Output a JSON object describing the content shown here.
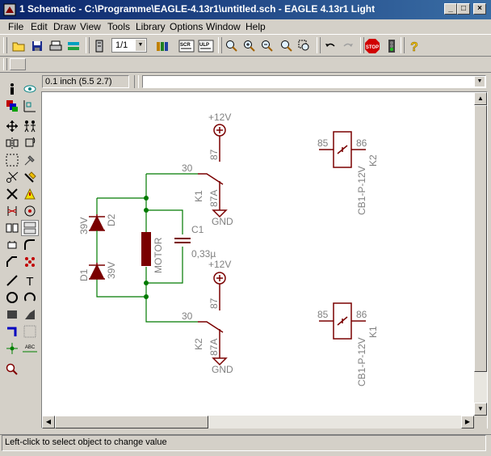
{
  "window": {
    "title": "1 Schematic - C:\\Programme\\EAGLE-4.13r1\\untitled.sch - EAGLE 4.13r1 Light",
    "minimize": "_",
    "maximize": "□",
    "close": "×"
  },
  "menu": {
    "items": [
      "File",
      "Edit",
      "Draw",
      "View",
      "Tools",
      "Library",
      "Options",
      "Window",
      "Help"
    ]
  },
  "toolbar": {
    "sheet_select": "1/1",
    "stop_label": "STOP",
    "scr_label": "SCR",
    "ulp_label": "ULP"
  },
  "coords": {
    "grid_readout": "0.1 inch (5.5 2.7)",
    "command_value": ""
  },
  "palette": {
    "text_tool": "T",
    "abc_label": "ABC"
  },
  "schematic": {
    "colors": {
      "wire": "#007a00",
      "symbol": "#7a0000",
      "label": "#808080",
      "junction": "#007a00"
    },
    "labels": {
      "vcc1": "+12V",
      "vcc2": "+12V",
      "pin87_k1": "87",
      "pin30_k1": "30",
      "pin87a_k1": "87A",
      "k1": "K1",
      "gnd1": "GND",
      "pin87_k2": "87",
      "pin30_k2": "30",
      "pin87a_k2": "87A",
      "k2": "K2",
      "gnd2": "GND",
      "d2_name": "D2",
      "d2_value": "39V",
      "d1_name": "D1",
      "d1_value": "39V",
      "motor": "MOTOR",
      "c1_name": "C1",
      "c1_value": "0,33µ",
      "coil_top_85": "85",
      "coil_top_86": "86",
      "coil_top_part": "CB1-P-12V",
      "coil_top_name": "K2",
      "coil_bot_85": "85",
      "coil_bot_86": "86",
      "coil_bot_part": "CB1-P-12V",
      "coil_bot_name": "K1"
    }
  },
  "status": {
    "message": "Left-click to select object to change value"
  }
}
